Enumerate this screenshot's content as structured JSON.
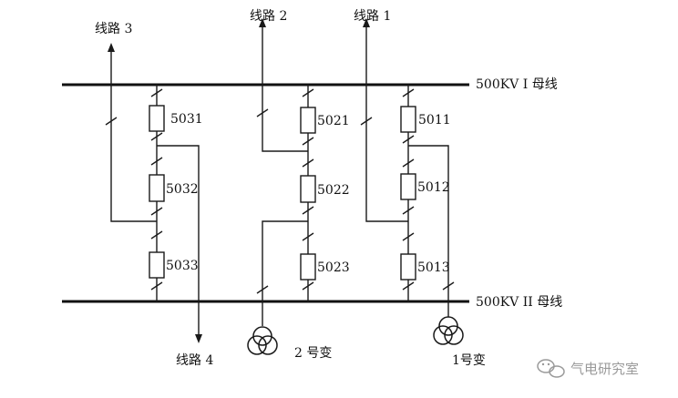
{
  "buses": {
    "bus1_label": "500KV I 母线",
    "bus2_label": "500KV II 母线"
  },
  "lines": {
    "line1": "线路 1",
    "line2": "线路 2",
    "line3": "线路 3",
    "line4": "线路 4"
  },
  "breakers": {
    "b5031": "5031",
    "b5032": "5032",
    "b5033": "5033",
    "b5021": "5021",
    "b5022": "5022",
    "b5023": "5023",
    "b5011": "5011",
    "b5012": "5012",
    "b5013": "5013"
  },
  "transformers": {
    "t1": "1号变",
    "t2": "2 号变"
  },
  "watermark": {
    "text": "气电研究室",
    "icon": "wechat-icon"
  }
}
